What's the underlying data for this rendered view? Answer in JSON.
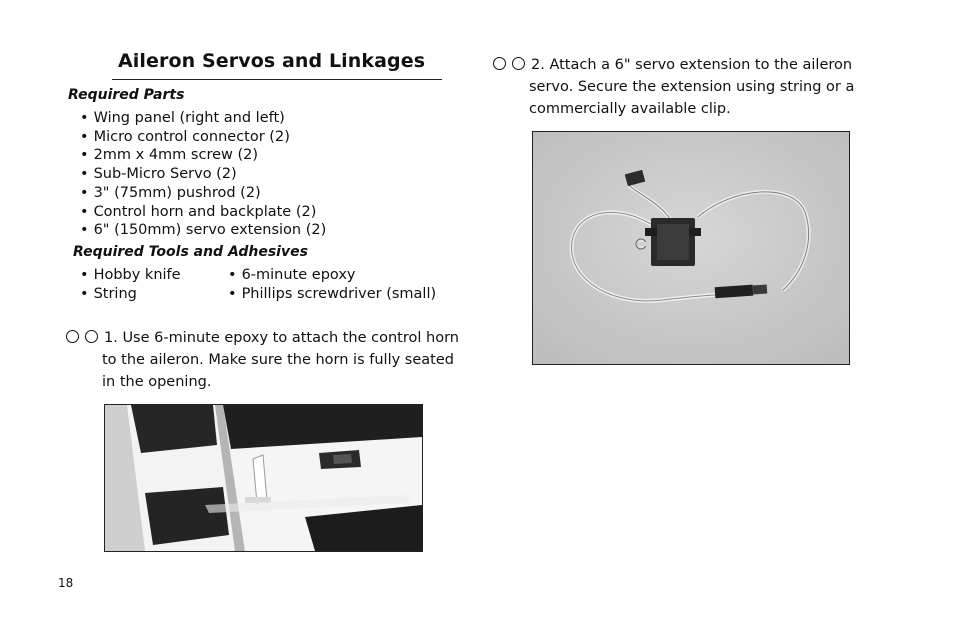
{
  "page": {
    "title": "Aileron Servos and Linkages",
    "page_number": "18"
  },
  "required_parts": {
    "heading": "Required Parts",
    "items": [
      "Wing panel (right and left)",
      "Micro control connector (2)",
      "2mm x 4mm screw (2)",
      "Sub-Micro Servo (2)",
      "3\" (75mm) pushrod (2)",
      "Control horn and backplate (2)",
      "6\" (150mm) servo extension (2)"
    ]
  },
  "required_tools": {
    "heading": "Required Tools and Adhesives",
    "left": [
      "Hobby knife",
      "String"
    ],
    "right": [
      "6-minute epoxy",
      "Phillips screwdriver (small)"
    ]
  },
  "bullet_char": "•",
  "steps": [
    {
      "lines": [
        "1. Use 6-minute epoxy to attach the control horn",
        "to the aileron. Make sure the horn is fully seated",
        "in the opening."
      ]
    },
    {
      "lines": [
        "2. Attach a 6\" servo extension to the aileron",
        "servo. Secure the extension using string or a",
        "commercially available clip."
      ]
    }
  ],
  "icons": {
    "checkbox": "checkbox-circle-icon"
  }
}
